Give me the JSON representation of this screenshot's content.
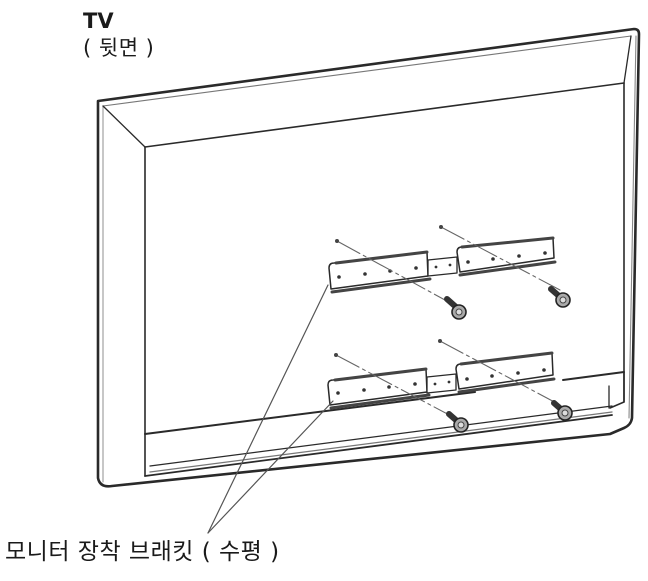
{
  "header": {
    "title": "TV",
    "subtitle": "( 뒷면 )"
  },
  "caption": {
    "label": "모니터 장착 브래킷 ( 수평 )"
  },
  "illustration": {
    "subject": "tv-rear-view",
    "brackets": [
      {
        "row": "upper",
        "pieces": 2,
        "screws": 2
      },
      {
        "row": "lower",
        "pieces": 2,
        "screws": 2
      }
    ],
    "line_color": "#2a2a2a",
    "shade_color": "#555555"
  }
}
